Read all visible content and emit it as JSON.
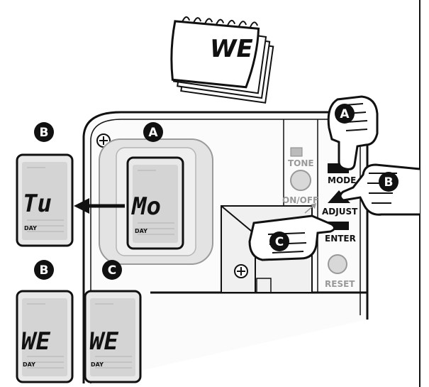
{
  "calendar": {
    "day_text": "WE"
  },
  "markers": {
    "a": "A",
    "b": "B",
    "c": "C"
  },
  "lcd": {
    "main_day": "Mo",
    "left_day": "Tu",
    "bottom_left_day": "WE",
    "bottom_right_day": "WE",
    "day_label": "DAY"
  },
  "controls": {
    "tone": "TONE",
    "on_off": "ON/OFF",
    "mode": "MODE",
    "adjust": "ADJUST",
    "enter": "ENTER",
    "reset": "RESET"
  },
  "colors": {
    "ink": "#111111",
    "lcd_bg": "#e6e6e6",
    "panel_bg": "#f3f3f3",
    "halo": "#d9d9d9"
  },
  "icons": [
    "calendar-icon",
    "pointing-hand-icon",
    "arrow-left-icon",
    "screw-icon"
  ]
}
